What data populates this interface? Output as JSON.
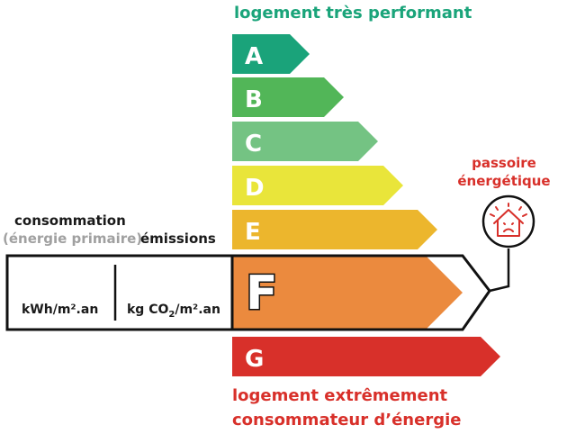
{
  "header": {
    "top_label": "logement très performant"
  },
  "classes": [
    {
      "letter": "A",
      "color": "#1aa37a"
    },
    {
      "letter": "B",
      "color": "#52b658"
    },
    {
      "letter": "C",
      "color": "#74c383"
    },
    {
      "letter": "D",
      "color": "#e9e53a"
    },
    {
      "letter": "E",
      "color": "#ecb62d"
    },
    {
      "letter": "F",
      "color": "#eb8a3e"
    },
    {
      "letter": "G",
      "color": "#d8302a"
    }
  ],
  "current_class": "F",
  "passoire": {
    "line1": "passoire",
    "line2": "énergétique",
    "icon": "sad-house-thermometer-icon"
  },
  "left_panel": {
    "consommation": "consommation",
    "energie_primaire": "(énergie primaire)",
    "emissions": "émissions",
    "unit_energy": "kWh/m².an",
    "unit_co2_prefix": "kg CO",
    "unit_co2_sub": "2",
    "unit_co2_suffix": "/m².an"
  },
  "footer": {
    "line1": "logement extrêmement",
    "line2": "consommateur d’énergie"
  }
}
